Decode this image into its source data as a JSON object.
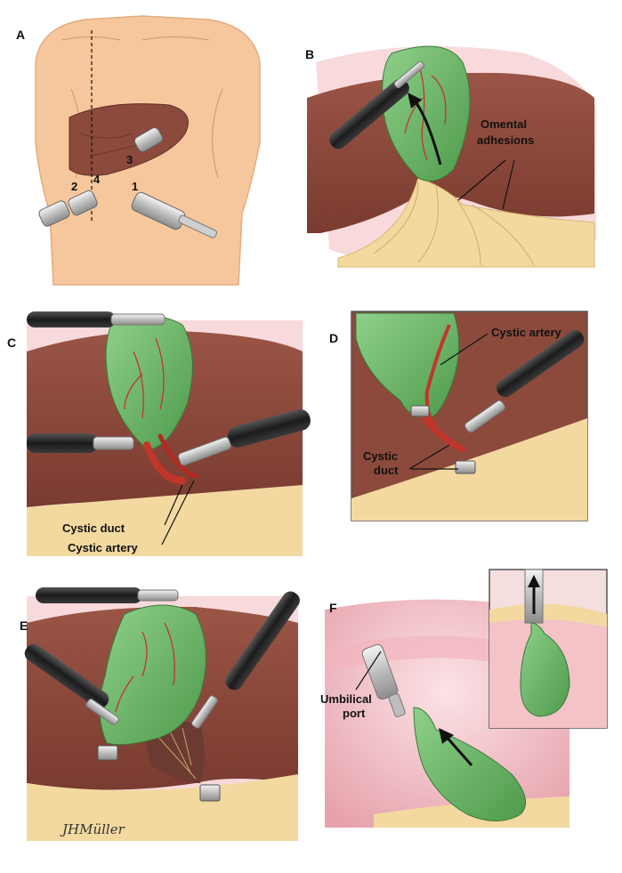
{
  "panels": {
    "a": {
      "letter": "A",
      "ports": [
        "1",
        "2",
        "3",
        "4"
      ]
    },
    "b": {
      "letter": "B",
      "labels": [
        "Omental",
        "adhesions"
      ]
    },
    "c": {
      "letter": "C",
      "labels": [
        "Cystic duct",
        "Cystic artery"
      ]
    },
    "d": {
      "letter": "D",
      "labels": [
        "Cystic artery",
        "Cystic",
        "duct"
      ]
    },
    "e": {
      "letter": "E",
      "signature": "JHMüller"
    },
    "f": {
      "letter": "F",
      "labels": [
        "Umbilical",
        "port"
      ]
    }
  },
  "colors": {
    "skin": "#f6c79c",
    "liver": "#8b4a3c",
    "gallbladder": "#6fb26a",
    "fat": "#f3d9a0",
    "vessel": "#c2352b"
  }
}
